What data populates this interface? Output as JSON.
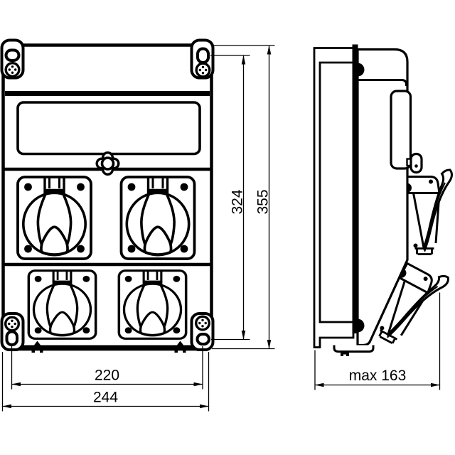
{
  "drawing": {
    "type": "technical-dimension-drawing",
    "subject": "wall-mounted distribution box with four socket outlets, front view and side view",
    "background_color": "#ffffff",
    "line_color": "#000000",
    "labels": {
      "height_inner": "324",
      "height_outer": "355",
      "width_inner": "220",
      "width_outer": "244",
      "depth_max": "max 163"
    }
  }
}
